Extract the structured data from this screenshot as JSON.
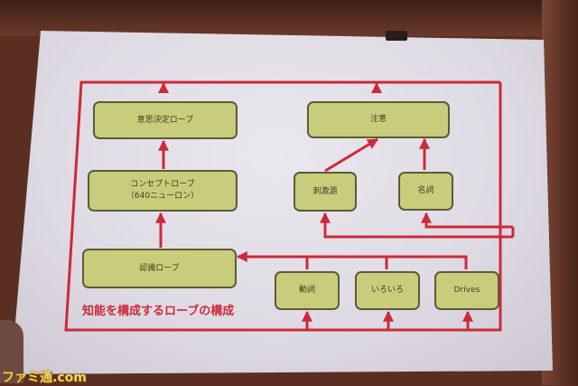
{
  "diagram": {
    "boxes": {
      "decision": "意思決定ローブ",
      "concept_line1": "コンセプトローブ",
      "concept_line2": "（640ニューロン）",
      "recognition": "認識ローブ",
      "attention": "注意",
      "stimulus": "刺激源",
      "noun": "名詞",
      "verb": "動詞",
      "various": "いろいろ",
      "drives": "Drives"
    },
    "caption": "知能を構成するローブの構成",
    "colors": {
      "box_fill": "#c9cc7a",
      "box_border": "#5b5b38",
      "arrow": "#cc2a3a",
      "screen": "#e6e2ea"
    }
  },
  "watermark": "ファミ通.com"
}
